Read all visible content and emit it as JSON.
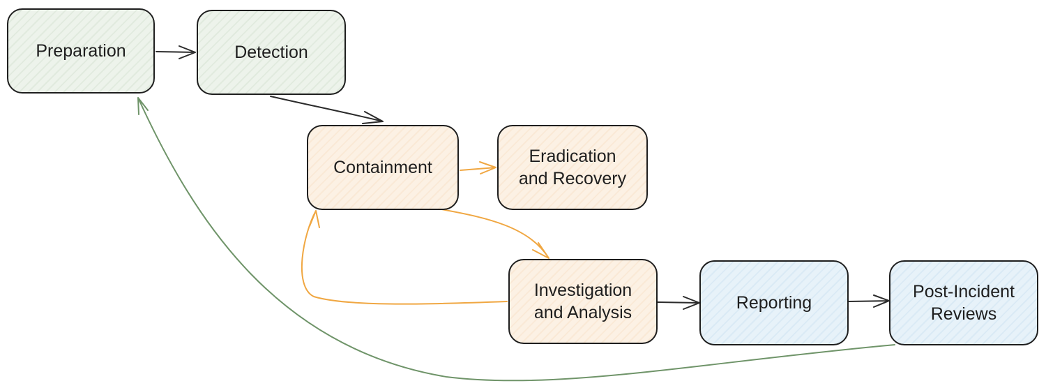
{
  "colors": {
    "phase_detect": "#edf3eb",
    "phase_respond": "#fcf1e4",
    "phase_report": "#e7f2f9",
    "border": "#1e1e1e",
    "arrow_dark": "#2b2b2b",
    "arrow_orange": "#f0a742",
    "arrow_green": "#6f9469"
  },
  "nodes": {
    "preparation": {
      "label": "Preparation"
    },
    "detection": {
      "label": "Detection"
    },
    "containment": {
      "label": "Containment"
    },
    "eradication": {
      "label": "Eradication\nand Recovery"
    },
    "investigation": {
      "label": "Investigation\nand Analysis"
    },
    "reporting": {
      "label": "Reporting"
    },
    "post_incident": {
      "label": "Post-Incident\nReviews"
    }
  }
}
